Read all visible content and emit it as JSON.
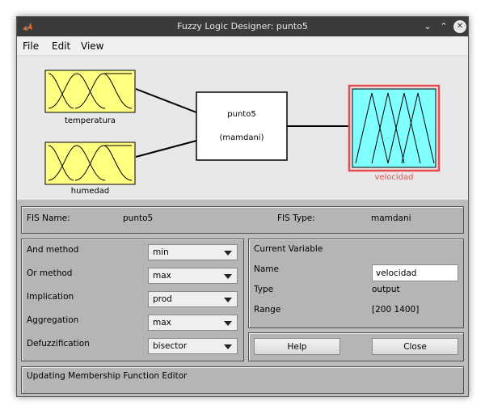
{
  "window": {
    "title": "Fuzzy Logic Designer: punto5"
  },
  "menu": {
    "file": "File",
    "edit": "Edit",
    "view": "View"
  },
  "diagram": {
    "inputs": [
      {
        "label": "temperatura"
      },
      {
        "label": "humedad"
      }
    ],
    "system": {
      "name": "punto5",
      "type": "(mamdani)"
    },
    "output": {
      "label": "velocidad",
      "highlight_color": "#e84b4b",
      "fill_color": "#80ffff"
    },
    "input_fill_color": "#ffff80"
  },
  "fis": {
    "name_label": "FIS Name:",
    "name_value": "punto5",
    "type_label": "FIS Type:",
    "type_value": "mamdani"
  },
  "methods": {
    "and": {
      "label": "And method",
      "value": "min"
    },
    "or": {
      "label": "Or method",
      "value": "max"
    },
    "implication": {
      "label": "Implication",
      "value": "prod"
    },
    "aggregation": {
      "label": "Aggregation",
      "value": "max"
    },
    "defuzzification": {
      "label": "Defuzzification",
      "value": "bisector"
    }
  },
  "current_variable": {
    "heading": "Current Variable",
    "name_label": "Name",
    "name_value": "velocidad",
    "type_label": "Type",
    "type_value": "output",
    "range_label": "Range",
    "range_value": "[200 1400]"
  },
  "buttons": {
    "help": "Help",
    "close": "Close"
  },
  "status": {
    "text": "Updating Membership Function Editor"
  }
}
